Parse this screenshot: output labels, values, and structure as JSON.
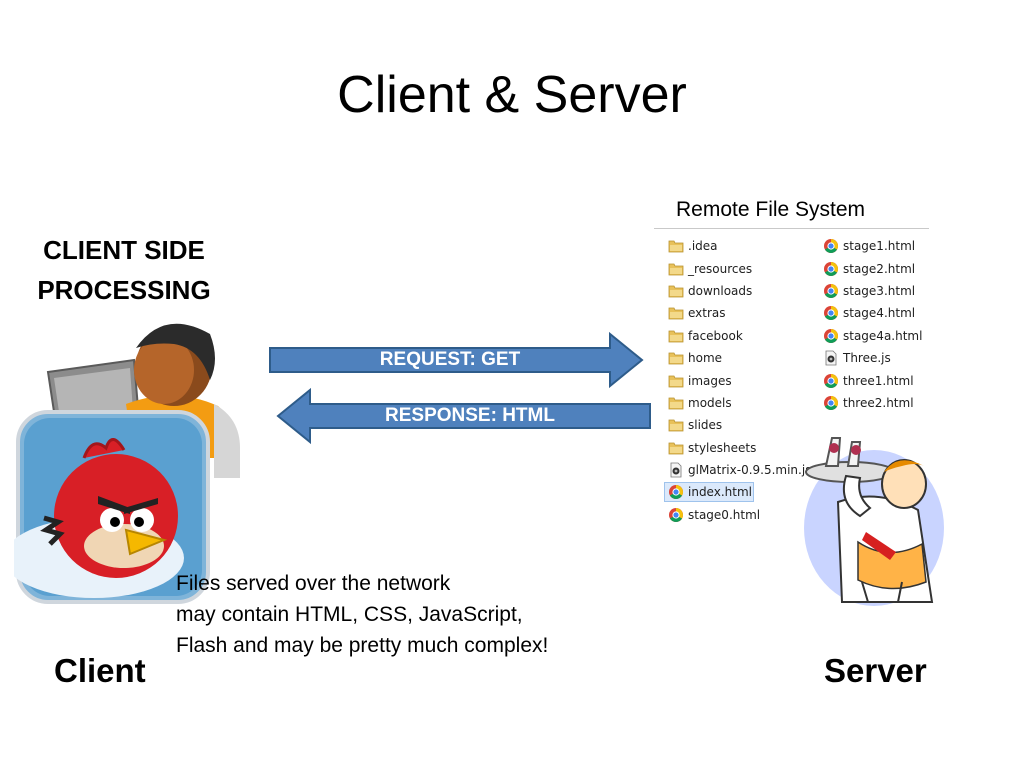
{
  "slide": {
    "title": "Client & Server",
    "client_heading_line1": "CLIENT SIDE",
    "client_heading_line2": "PROCESSING",
    "client_label": "Client",
    "server_label": "Server",
    "request_label": "REQUEST: GET",
    "response_label": "RESPONSE: HTML",
    "note_lines": [
      "Files served over the network",
      "may contain HTML, CSS, JavaScript,",
      "Flash and may be pretty much complex!"
    ]
  },
  "file_system": {
    "caption": "Remote File System",
    "column1": [
      {
        "name": ".idea",
        "icon": "folder-icon"
      },
      {
        "name": "_resources",
        "icon": "folder-icon"
      },
      {
        "name": "downloads",
        "icon": "folder-icon"
      },
      {
        "name": "extras",
        "icon": "folder-icon"
      },
      {
        "name": "facebook",
        "icon": "folder-icon"
      },
      {
        "name": "home",
        "icon": "folder-icon"
      },
      {
        "name": "images",
        "icon": "folder-icon"
      },
      {
        "name": "models",
        "icon": "folder-icon"
      },
      {
        "name": "slides",
        "icon": "folder-icon"
      },
      {
        "name": "stylesheets",
        "icon": "folder-icon"
      },
      {
        "name": "glMatrix-0.9.5.min.js",
        "icon": "script-file-icon"
      },
      {
        "name": "index.html",
        "icon": "chrome-file-icon",
        "selected": true
      },
      {
        "name": "stage0.html",
        "icon": "chrome-file-icon"
      }
    ],
    "column2": [
      {
        "name": "stage1.html",
        "icon": "chrome-file-icon"
      },
      {
        "name": "stage2.html",
        "icon": "chrome-file-icon"
      },
      {
        "name": "stage3.html",
        "icon": "chrome-file-icon"
      },
      {
        "name": "stage4.html",
        "icon": "chrome-file-icon"
      },
      {
        "name": "stage4a.html",
        "icon": "chrome-file-icon"
      },
      {
        "name": "Three.js",
        "icon": "script-file-icon"
      },
      {
        "name": "three1.html",
        "icon": "chrome-file-icon"
      },
      {
        "name": "three2.html",
        "icon": "chrome-file-icon"
      }
    ]
  },
  "colors": {
    "arrow_fill": "#4f81bd",
    "arrow_stroke": "#2e5c8a",
    "folder": "#e8c15a",
    "chrome_red": "#db4437",
    "chrome_yellow": "#f4c20d",
    "chrome_green": "#0f9d58",
    "chrome_blue": "#4285f4"
  },
  "images": {
    "client_person": "person-at-computer-icon",
    "client_app": "angry-birds-app-icon",
    "server_waiter": "waiter-serving-tray-icon"
  }
}
